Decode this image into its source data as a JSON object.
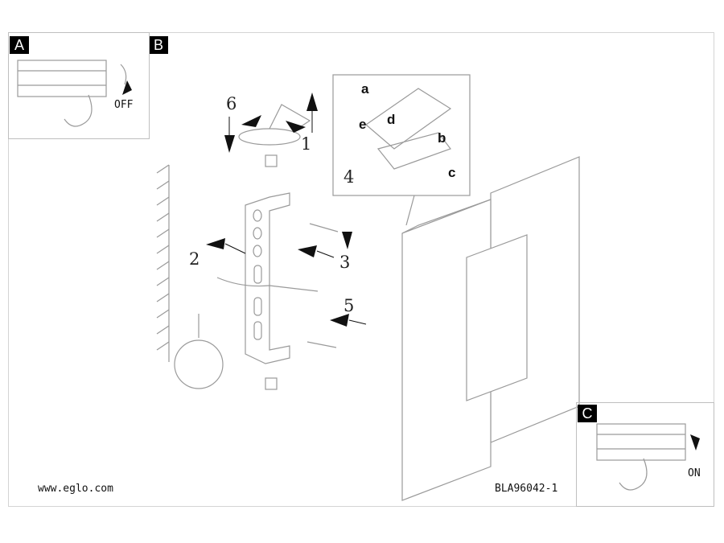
{
  "panels": {
    "a": {
      "label": "A",
      "state": "OFF"
    },
    "b": {
      "label": "B"
    },
    "c": {
      "label": "C",
      "state": "ON"
    }
  },
  "steps": [
    "1",
    "2",
    "3",
    "4",
    "5",
    "6"
  ],
  "terminal_labels": [
    "a",
    "b",
    "c",
    "d",
    "e"
  ],
  "footer": {
    "website": "www.eglo.com",
    "code": "BLA96042-1"
  }
}
